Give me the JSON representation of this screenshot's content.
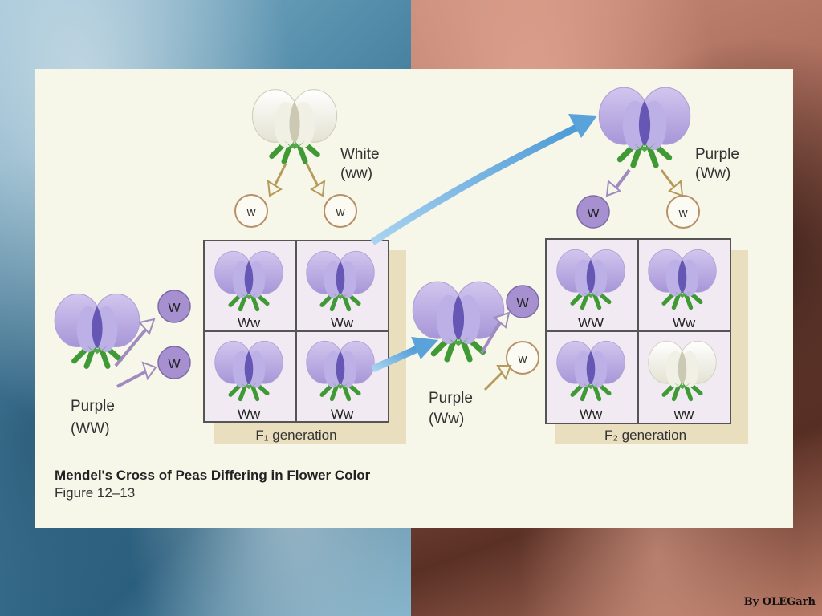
{
  "figure": {
    "title": "Mendel's Cross of Peas Differing in Flower Color",
    "subtitle": "Figure 12–13"
  },
  "parents": {
    "white": {
      "label": "White",
      "genotype": "(ww)",
      "gametes": [
        "w",
        "w"
      ]
    },
    "purple": {
      "label": "Purple",
      "genotype": "(WW)",
      "gametes": [
        "W",
        "W"
      ]
    }
  },
  "f1": {
    "grid_label": "F₁ generation",
    "cells": [
      "Ww",
      "Ww",
      "Ww",
      "Ww"
    ],
    "selfed": {
      "label": "Purple",
      "genotype": "(Ww)",
      "gametes": [
        "W",
        "w"
      ]
    },
    "selfed_top": {
      "label": "Purple",
      "genotype": "(Ww)",
      "gametes": [
        "W",
        "w"
      ]
    }
  },
  "f2": {
    "grid_label": "F₂ generation",
    "cells": [
      "WW",
      "Ww",
      "Ww",
      "ww"
    ],
    "cell_colors": [
      "purple",
      "purple",
      "purple",
      "white"
    ]
  },
  "colors": {
    "purple_flower": "#b3a2dc",
    "purple_dark": "#6a5cb8",
    "white_flower": "#f3f3ea",
    "gamete_purple": "#a690cf",
    "arrow_blue": "#6fb0e0"
  },
  "credit": "By OLEGarh"
}
